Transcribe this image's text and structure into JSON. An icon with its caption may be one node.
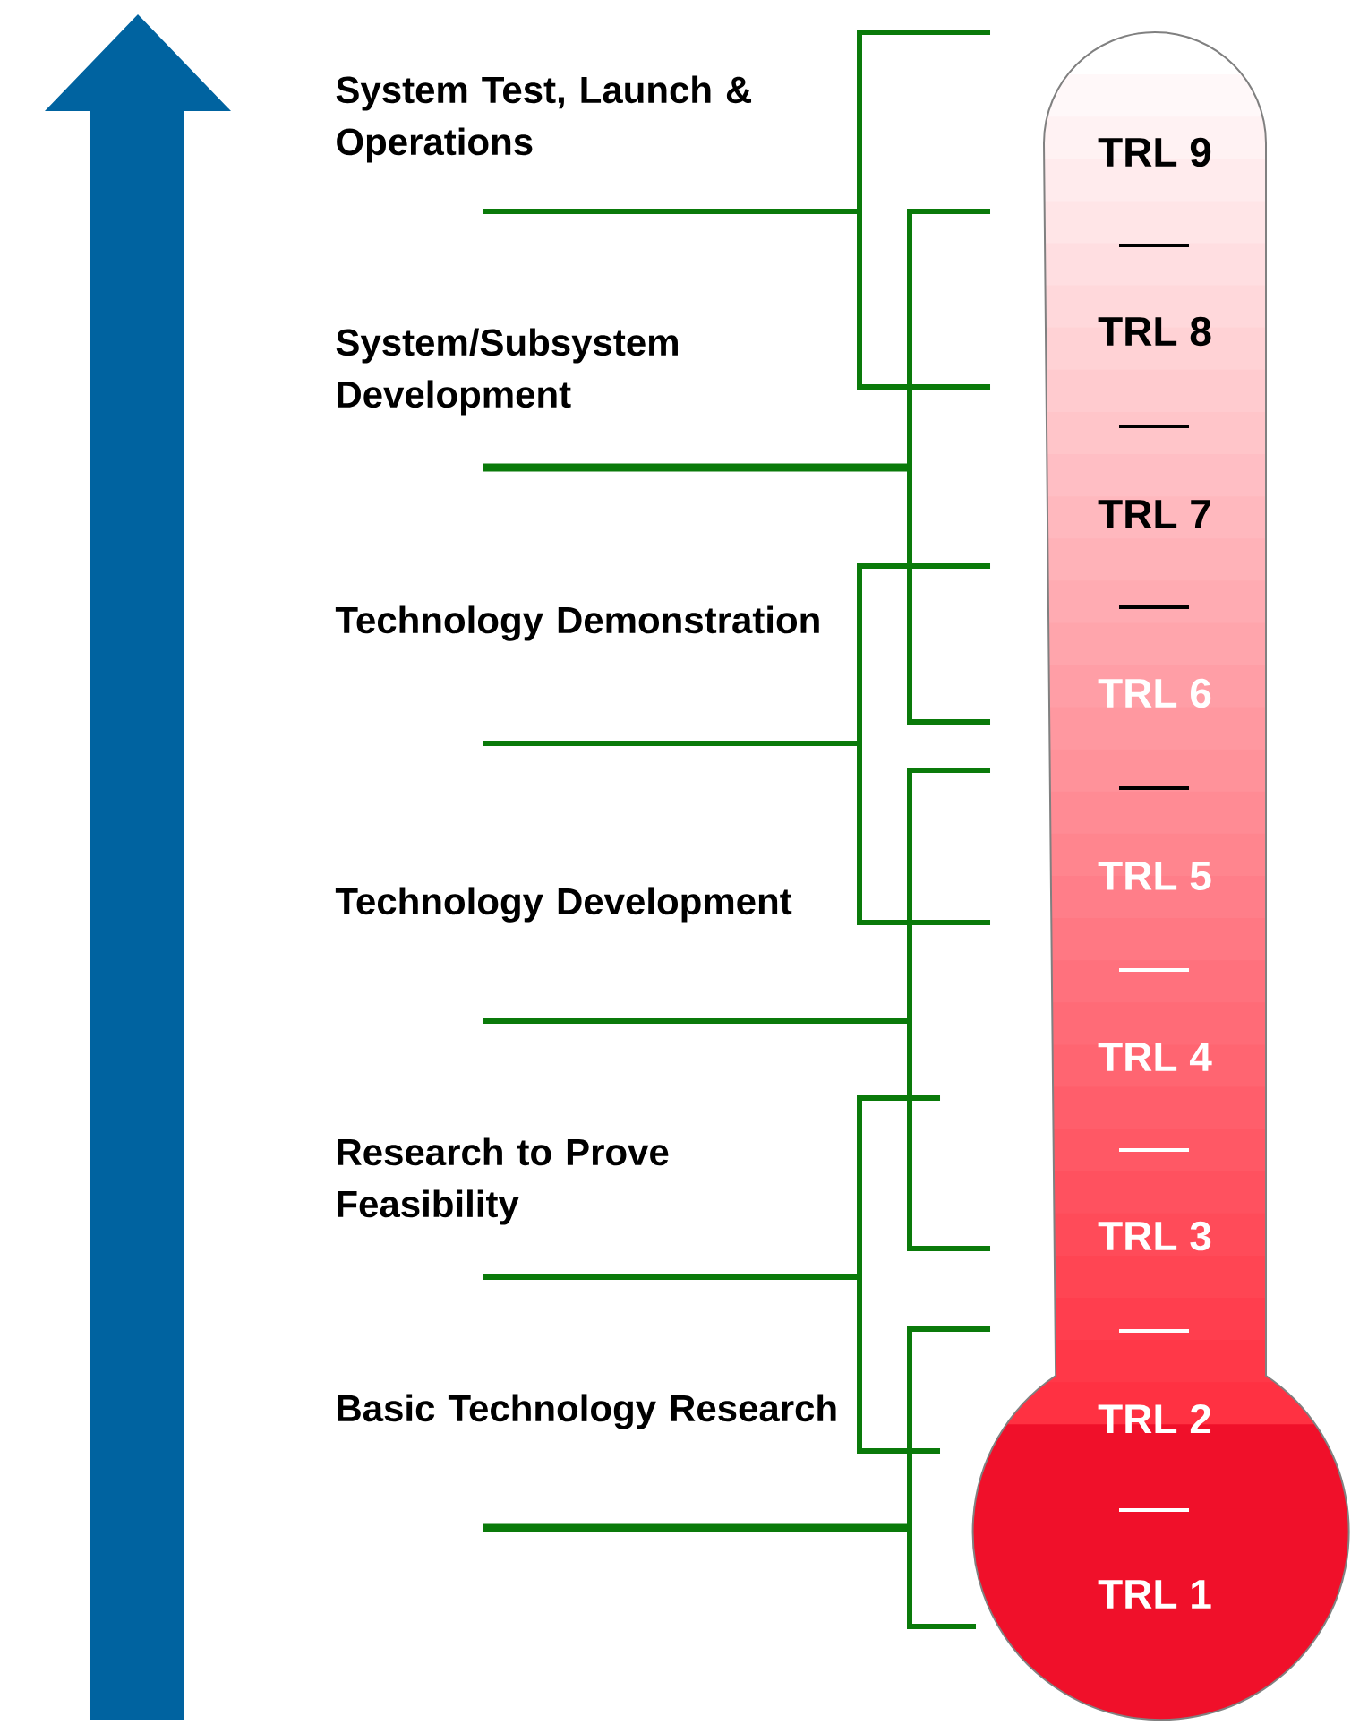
{
  "diagram": {
    "nodes": [
      {
        "text": [
          "TRL 9",
          "TRL 8",
          "TRL 7",
          "TRL 6",
          "TRL 5",
          "TRL 4",
          "TRL 3",
          "TRL 2",
          "TRL 1"
        ]
      }
    ],
    "labels": [
      "System Test, Launch & Operations",
      "System/Subsystem Development",
      "Technology Demonstration",
      "Technology Development",
      "Research to Prove Feasibility",
      "Basic Technology Research"
    ]
  }
}
